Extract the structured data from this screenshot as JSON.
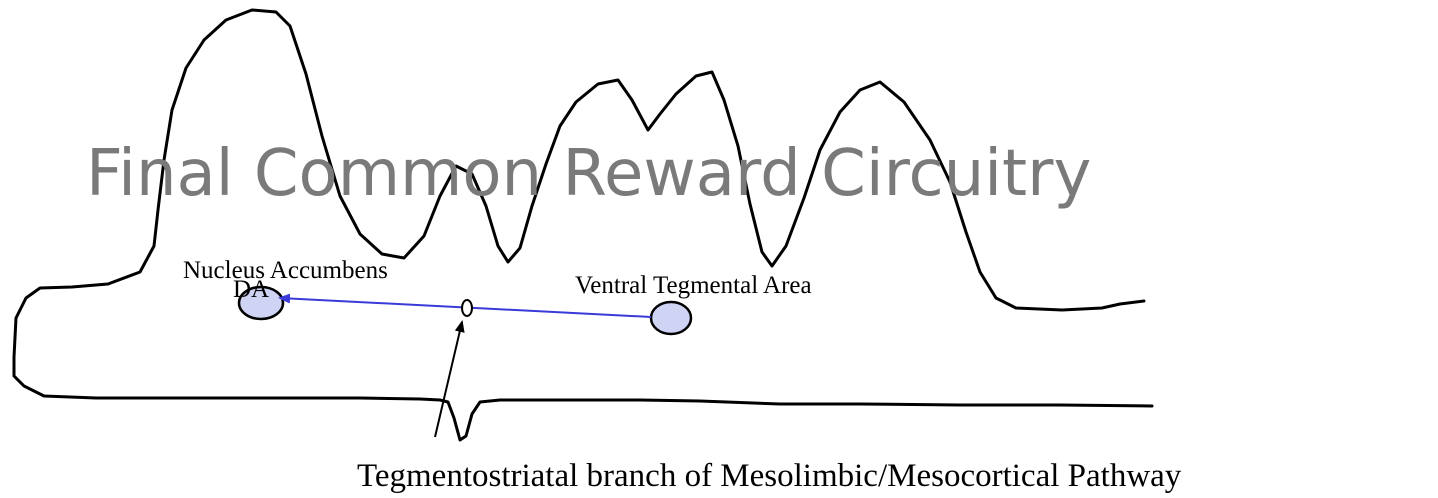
{
  "slide": {
    "title": "Final Common Reward Circuitry"
  },
  "diagram": {
    "labels": {
      "nucleus_accumbens": "Nucleus Accumbens",
      "dopamine": "DA",
      "ventral_tegmental_area": "Ventral Tegmental Area",
      "pathway_caption": "Tegmentostriatal branch of Mesolimbic/Mesocortical Pathway"
    },
    "colors": {
      "nucleus_fill": "#d0d4f4",
      "pathway_line": "#3a3ad8",
      "title_text": "#7a7a7a"
    }
  }
}
